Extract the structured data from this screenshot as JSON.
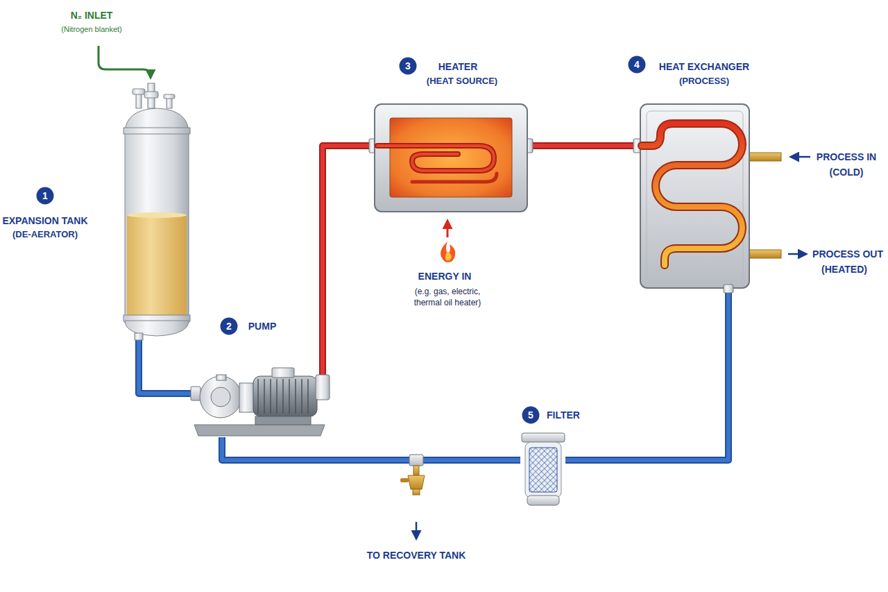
{
  "diagram": {
    "nodes": [
      {
        "text": [
          "1",
          "EXPANSION TANK",
          "(DE-AERATOR)"
        ]
      },
      {
        "text": [
          "2",
          "PUMP"
        ]
      },
      {
        "text": [
          "3",
          "HEATER",
          "(HEAT SOURCE)"
        ]
      },
      {
        "text": [
          "4",
          "HEAT EXCHANGER",
          "(PROCESS)"
        ]
      },
      {
        "text": [
          "5",
          "FILTER"
        ]
      }
    ],
    "edges": [
      {
        "from": 0,
        "to": 1,
        "arrow": "none"
      },
      {
        "from": 1,
        "to": 2,
        "arrow": "none"
      },
      {
        "from": 2,
        "to": 3,
        "arrow": "none"
      },
      {
        "from": 3,
        "to": 4,
        "arrow": "none"
      },
      {
        "from": 4,
        "to": 1,
        "arrow": "none"
      }
    ],
    "labels": [
      "N₂ INLET",
      "(Nitrogen blanket)",
      "ENERGY IN",
      "(e.g. gas, electric, thermal oil heater)",
      "PROCESS IN",
      "(COLD)",
      "PROCESS OUT",
      "(HEATED)",
      "TO RECOVERY TANK"
    ]
  }
}
